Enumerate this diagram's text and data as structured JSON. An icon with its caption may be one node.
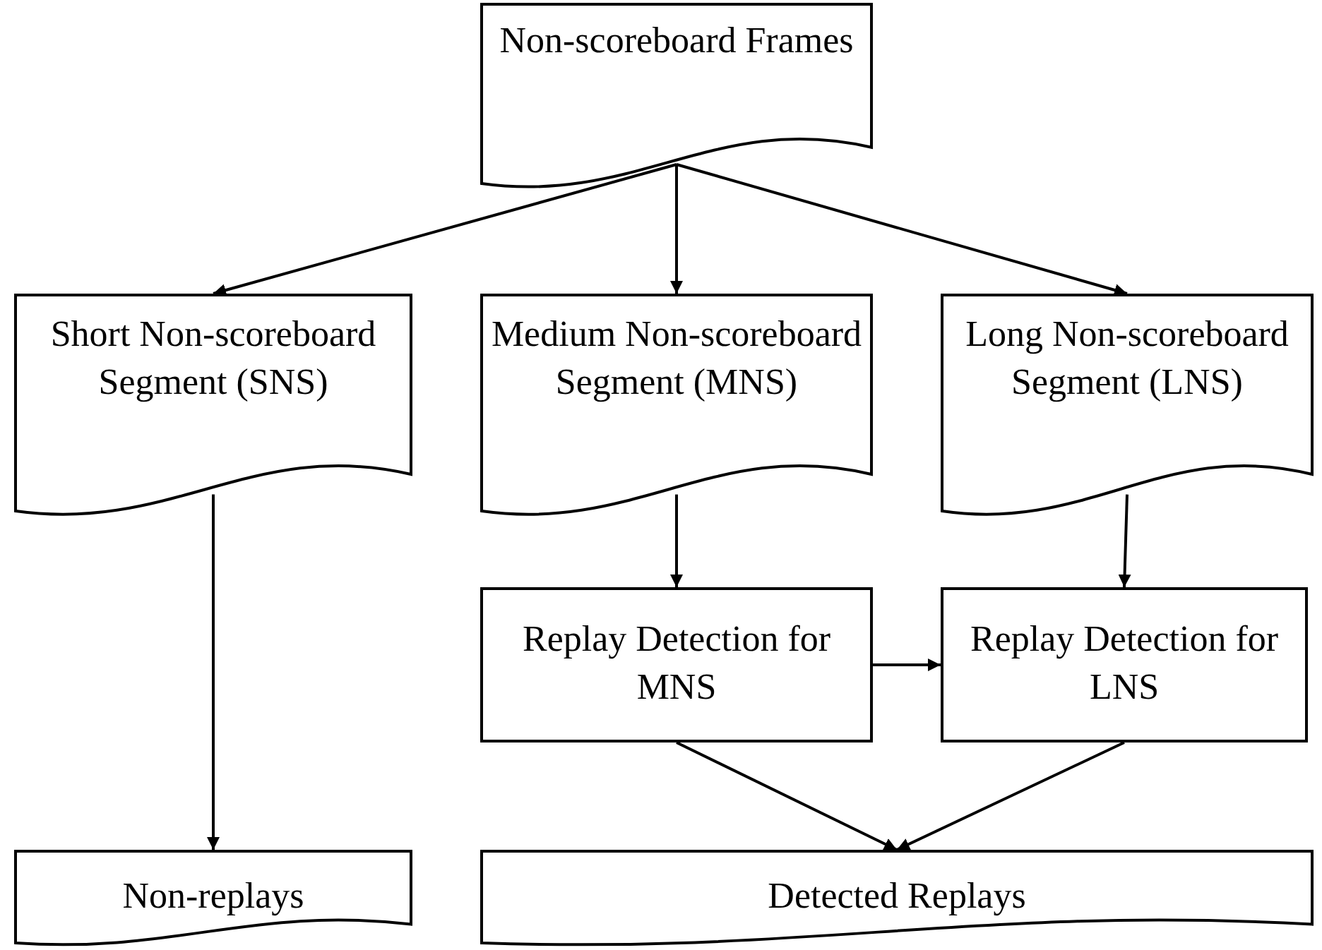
{
  "diagram": {
    "nodes": [
      {
        "text": [
          "Non-scoreboard Frames"
        ]
      },
      {
        "text": [
          "Short Non-scoreboard Segment (SNS)"
        ]
      },
      {
        "text": [
          "Medium Non-scoreboard Segment (MNS)"
        ]
      },
      {
        "text": [
          "Long Non-scoreboard Segment (LNS)"
        ]
      },
      {
        "text": [
          "Replay Detection for MNS"
        ]
      },
      {
        "text": [
          "Replay Detection for LNS"
        ]
      },
      {
        "text": [
          "Non-replays"
        ]
      },
      {
        "text": [
          "Detected Replays"
        ]
      }
    ],
    "edges": [
      {
        "from": 0,
        "to": 1,
        "arrow": "to"
      },
      {
        "from": 0,
        "to": 2,
        "arrow": "to"
      },
      {
        "from": 0,
        "to": 3,
        "arrow": "to"
      },
      {
        "from": 1,
        "to": 6,
        "arrow": "to"
      },
      {
        "from": 2,
        "to": 4,
        "arrow": "to"
      },
      {
        "from": 3,
        "to": 5,
        "arrow": "to"
      },
      {
        "from": 4,
        "to": 5,
        "arrow": "to"
      },
      {
        "from": 4,
        "to": 7,
        "arrow": "to"
      },
      {
        "from": 5,
        "to": 7,
        "arrow": "to"
      }
    ]
  }
}
